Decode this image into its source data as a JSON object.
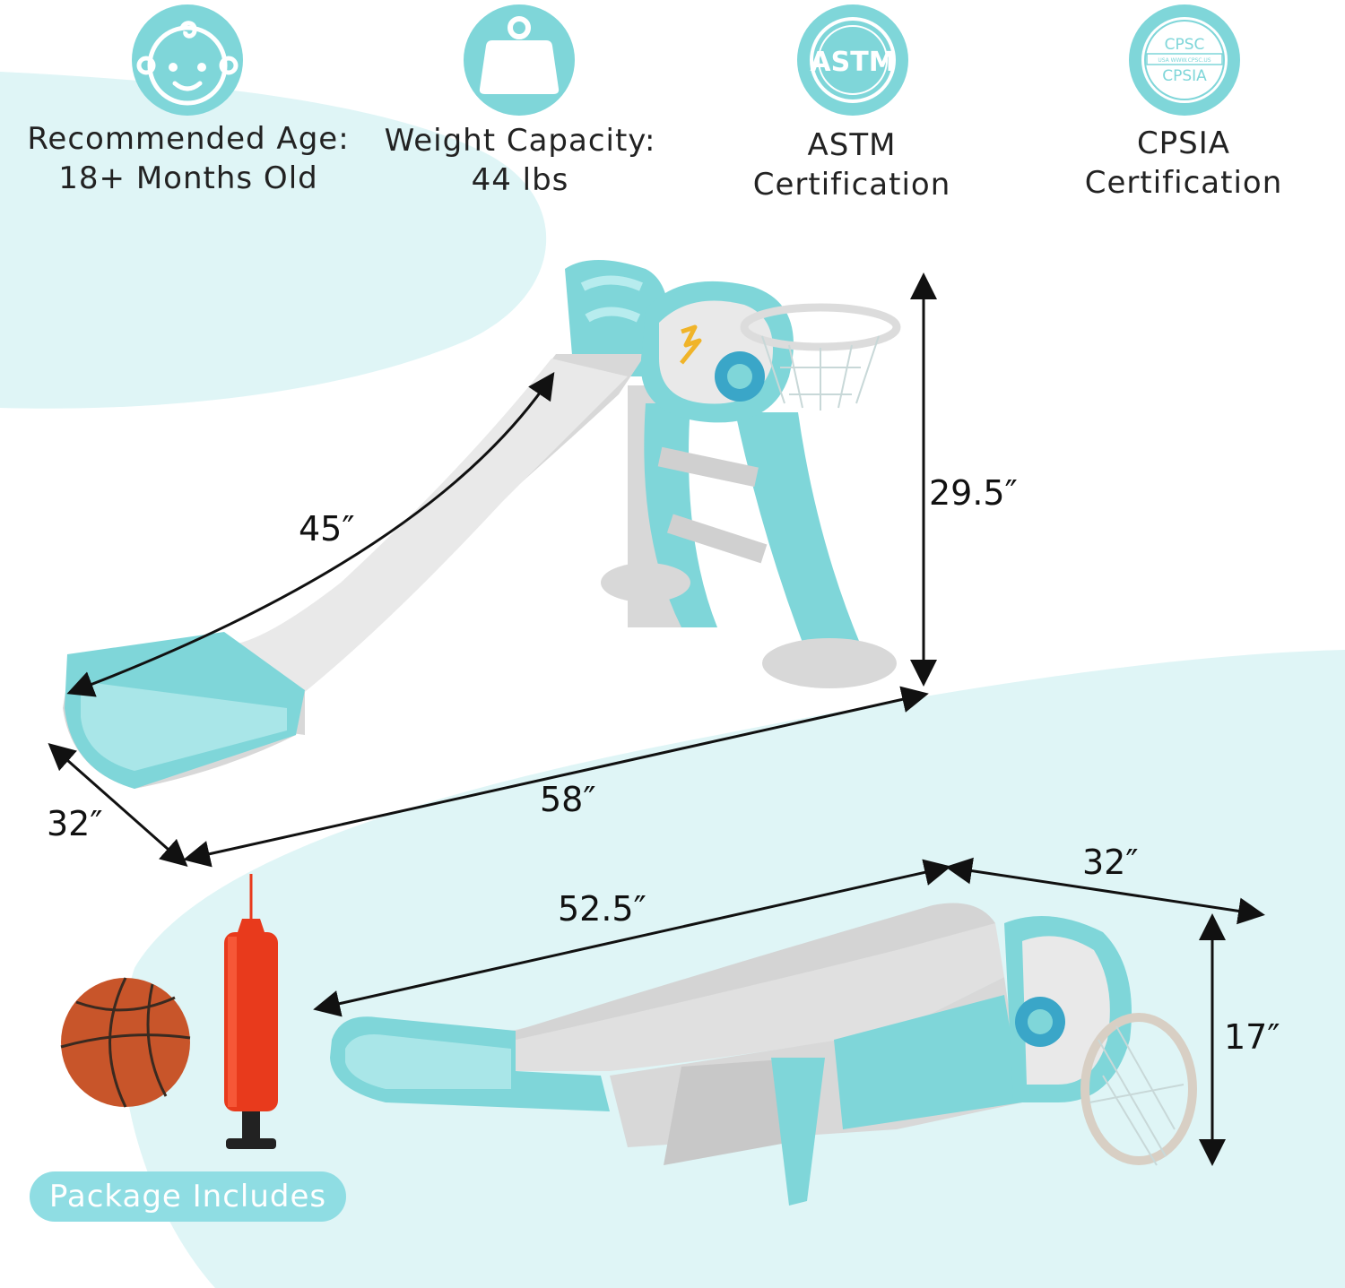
{
  "features": [
    {
      "icon": "baby-face-icon",
      "line1": "Recommended Age:",
      "line2": "18+ Months Old"
    },
    {
      "icon": "weight-icon",
      "line1": "Weight Capacity:",
      "line2": "44 lbs"
    },
    {
      "icon": "astm-seal-icon",
      "line1": "ASTM",
      "line2": "Certification",
      "seal_text": "ASTM"
    },
    {
      "icon": "cpsc-seal-icon",
      "line1": "CPSIA",
      "line2": "Certification",
      "seal_top": "CPSC",
      "seal_mid": "USA  WWW.CPSC.US",
      "seal_bottom": "CPSIA"
    }
  ],
  "dimensions": {
    "slide_length": "45″",
    "height": "29.5″",
    "total_length": "58″",
    "width": "32″",
    "folded_length": "52.5″",
    "folded_width": "32″",
    "folded_height": "17″"
  },
  "package": {
    "label": "Package Includes",
    "items": [
      "basketball",
      "air-pump"
    ]
  },
  "colors": {
    "accent": "#7fd6d9",
    "background_blob": "#dff5f6",
    "slide_grey": "#d8d8d8",
    "ball": "#c8552a",
    "pump": "#e83a1c"
  }
}
